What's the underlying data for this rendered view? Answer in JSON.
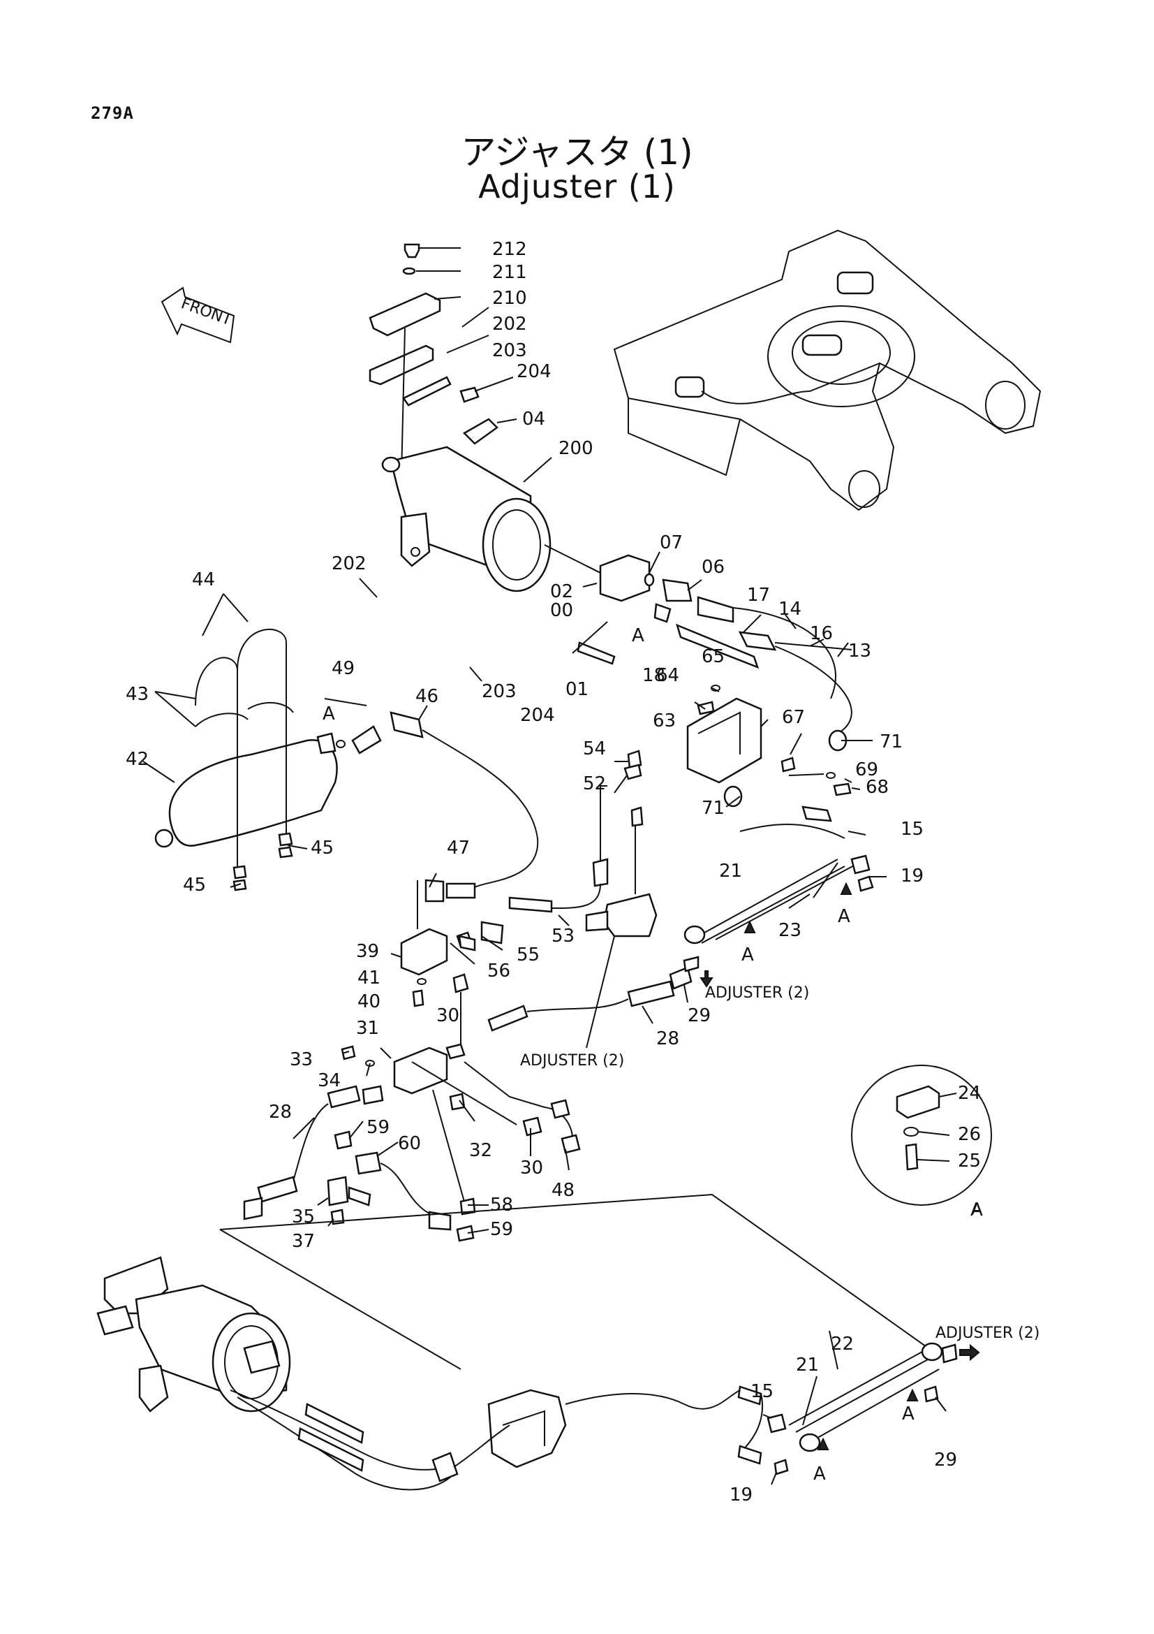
{
  "page": {
    "code": "279A"
  },
  "title": {
    "japanese": "アジャスタ (1)",
    "english": "Adjuster (1)"
  },
  "front_arrow": {
    "label": "FRONT"
  },
  "detail_view": {
    "label": "A"
  },
  "references": {
    "adjuster2_a": "ADJUSTER (2)",
    "adjuster2_b": "ADJUSTER (2)",
    "adjuster2_c": "ADJUSTER (2)"
  },
  "callouts": [
    "212",
    "211",
    "210",
    "202",
    "203",
    "204",
    "04",
    "200",
    "07",
    "06",
    "02",
    "00",
    "A",
    "18",
    "01",
    "17",
    "14",
    "16",
    "13",
    "65",
    "64",
    "63",
    "67",
    "71",
    "69",
    "68",
    "71",
    "202",
    "203",
    "204",
    "44",
    "43",
    "49",
    "A",
    "46",
    "42",
    "45",
    "45",
    "54",
    "52",
    "15",
    "19",
    "21",
    "23",
    "A",
    "A",
    "47",
    "39",
    "56",
    "55",
    "53",
    "41",
    "40",
    "30",
    "29",
    "28",
    "31",
    "33",
    "34",
    "59",
    "60",
    "32",
    "30",
    "48",
    "28",
    "58",
    "59",
    "35",
    "37",
    "24",
    "26",
    "25",
    "A",
    "21",
    "22",
    "15",
    "19",
    "A",
    "A",
    "29"
  ]
}
